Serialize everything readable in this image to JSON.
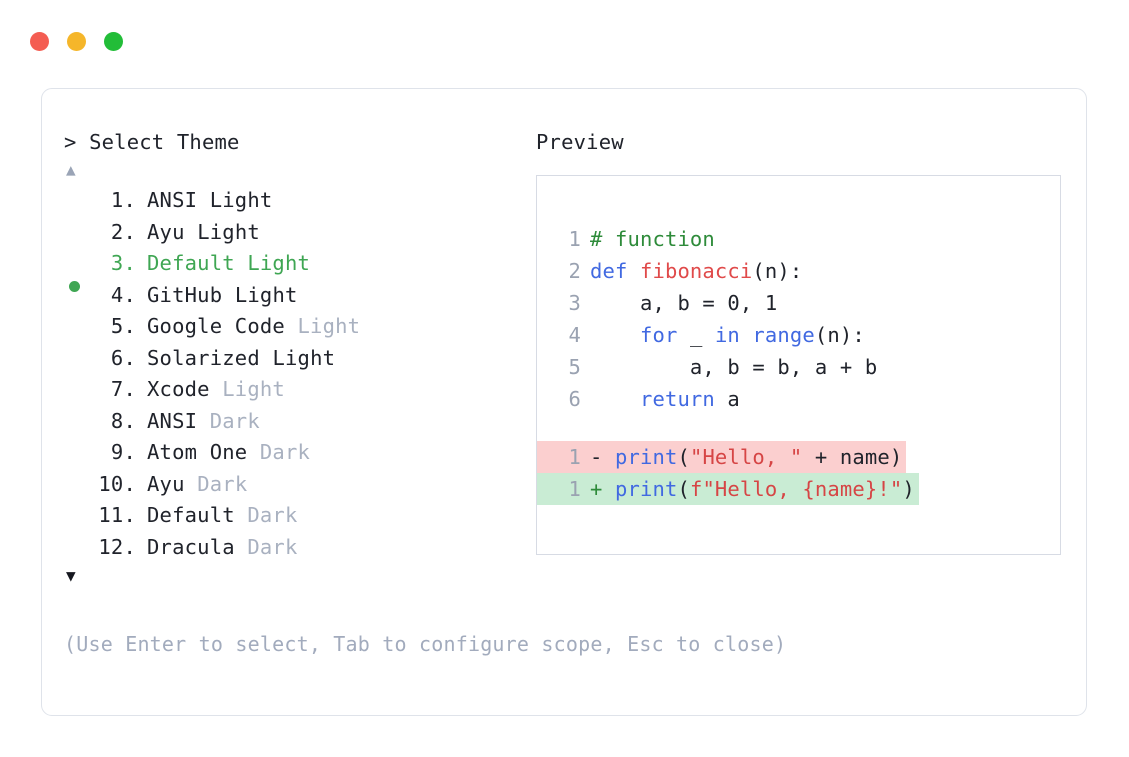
{
  "window": {
    "traffic_lights": [
      {
        "name": "close-button",
        "color": "#f45d52"
      },
      {
        "name": "minimize-button",
        "color": "#f5b62a"
      },
      {
        "name": "maximize-button",
        "color": "#22bd38"
      }
    ]
  },
  "left": {
    "prompt": "> Select Theme",
    "scroll_up_glyph": "▲",
    "scroll_down_glyph": "▼",
    "selected_index": 3,
    "items": [
      {
        "num": "1.",
        "name": "ANSI",
        "suffix": "Light",
        "suffix_muted": false,
        "selected": false
      },
      {
        "num": "2.",
        "name": "Ayu",
        "suffix": "Light",
        "suffix_muted": false,
        "selected": false
      },
      {
        "num": "3.",
        "name": "Default",
        "suffix": "Light",
        "suffix_muted": false,
        "selected": true
      },
      {
        "num": "4.",
        "name": "GitHub",
        "suffix": "Light",
        "suffix_muted": false,
        "selected": false
      },
      {
        "num": "5.",
        "name": "Google Code",
        "suffix": "Light",
        "suffix_muted": true,
        "selected": false
      },
      {
        "num": "6.",
        "name": "Solarized",
        "suffix": "Light",
        "suffix_muted": false,
        "selected": false
      },
      {
        "num": "7.",
        "name": "Xcode",
        "suffix": "Light",
        "suffix_muted": true,
        "selected": false
      },
      {
        "num": "8.",
        "name": "ANSI",
        "suffix": "Dark",
        "suffix_muted": true,
        "selected": false
      },
      {
        "num": "9.",
        "name": "Atom One",
        "suffix": "Dark",
        "suffix_muted": true,
        "selected": false
      },
      {
        "num": "10.",
        "name": "Ayu",
        "suffix": "Dark",
        "suffix_muted": true,
        "selected": false
      },
      {
        "num": "11.",
        "name": "Default",
        "suffix": "Dark",
        "suffix_muted": true,
        "selected": false
      },
      {
        "num": "12.",
        "name": "Dracula",
        "suffix": "Dark",
        "suffix_muted": true,
        "selected": false
      }
    ],
    "help": "(Use Enter to select, Tab to configure scope, Esc to close)"
  },
  "right": {
    "title": "Preview",
    "code_lines": [
      {
        "ln": "1",
        "tokens": [
          {
            "t": "# function",
            "c": "comment"
          }
        ]
      },
      {
        "ln": "2",
        "tokens": [
          {
            "t": "def ",
            "c": "kw"
          },
          {
            "t": "fibonacci",
            "c": "fn"
          },
          {
            "t": "(n):",
            "c": "plain"
          }
        ]
      },
      {
        "ln": "3",
        "tokens": [
          {
            "t": "    a, b = ",
            "c": "plain"
          },
          {
            "t": "0",
            "c": "num"
          },
          {
            "t": ", ",
            "c": "plain"
          },
          {
            "t": "1",
            "c": "num"
          }
        ]
      },
      {
        "ln": "4",
        "tokens": [
          {
            "t": "    ",
            "c": "plain"
          },
          {
            "t": "for",
            "c": "kw"
          },
          {
            "t": " _ ",
            "c": "plain"
          },
          {
            "t": "in",
            "c": "kw"
          },
          {
            "t": " ",
            "c": "plain"
          },
          {
            "t": "range",
            "c": "builtin"
          },
          {
            "t": "(n):",
            "c": "plain"
          }
        ]
      },
      {
        "ln": "5",
        "tokens": [
          {
            "t": "        a, b = b, a + b",
            "c": "plain"
          }
        ]
      },
      {
        "ln": "6",
        "tokens": [
          {
            "t": "    ",
            "c": "plain"
          },
          {
            "t": "return",
            "c": "kw"
          },
          {
            "t": " a",
            "c": "plain"
          }
        ]
      }
    ],
    "diff_lines": [
      {
        "ln": "1",
        "kind": "del",
        "tokens": [
          {
            "t": "- ",
            "c": "marker-del"
          },
          {
            "t": "print",
            "c": "builtin"
          },
          {
            "t": "(",
            "c": "plain"
          },
          {
            "t": "\"Hello, \"",
            "c": "str"
          },
          {
            "t": " + name)",
            "c": "plain"
          }
        ]
      },
      {
        "ln": "1",
        "kind": "add",
        "tokens": [
          {
            "t": "+ ",
            "c": "marker-add"
          },
          {
            "t": "print",
            "c": "builtin"
          },
          {
            "t": "(",
            "c": "plain"
          },
          {
            "t": "f\"Hello, {name}!\"",
            "c": "str"
          },
          {
            "t": ")",
            "c": "plain"
          }
        ]
      }
    ]
  }
}
